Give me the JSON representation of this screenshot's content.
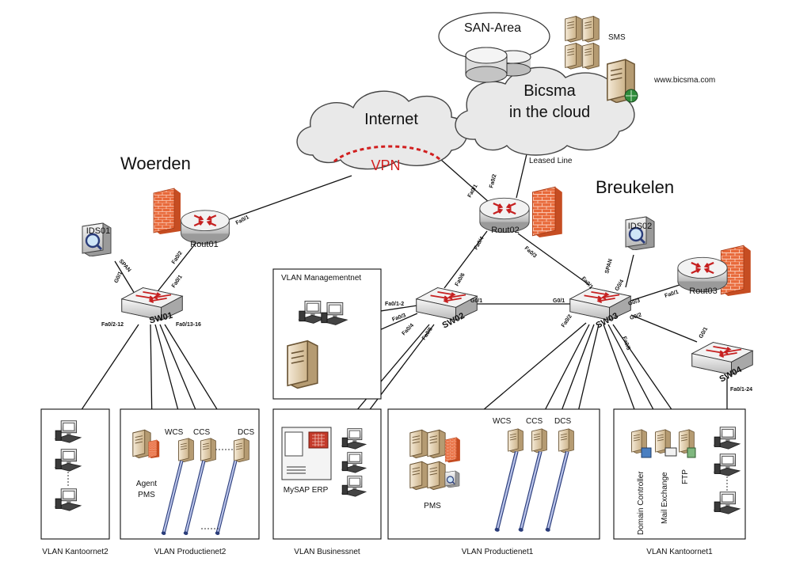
{
  "sites": {
    "woerden": "Woerden",
    "breukelen": "Breukelen"
  },
  "cloud": {
    "internet": "Internet",
    "vpn": "VPN",
    "bicsma_line1": "Bicsma",
    "bicsma_line2": "in the cloud",
    "san": "SAN-Area",
    "sms": "SMS",
    "url": "www.bicsma.com",
    "leased": "Leased Line"
  },
  "devices": {
    "rout01": "Rout01",
    "rout02": "Rout02",
    "rout03": "Rout03",
    "sw01": "SW01",
    "sw02": "SW02",
    "sw03": "SW03",
    "sw04": "SW04",
    "ids01": "IDS01",
    "ids02": "IDS02"
  },
  "ports": {
    "rout01_fa01": "Fa0/1",
    "rout01_fa02": "Fa0/2",
    "sw01_fa01": "Fa0/1",
    "sw01_g01": "G0/1",
    "span1": "SPAN",
    "sw01_fa02_12": "Fa0/2-12",
    "sw01_fa013_16": "Fa0/13-16",
    "rout02_fa02": "Fa0/2",
    "rout02_fa01": "Fa0/1",
    "rout02_fa04": "Fa0/4",
    "rout02_fa03": "Fa0/3",
    "sw02_fa06": "Fa0/6",
    "sw02_fa01_2": "Fa0/1-2",
    "sw02_fa03": "Fa0/3",
    "sw02_fa04": "Fa0/4",
    "sw02_fa05": "Fa0/5",
    "sw02_g01": "G0/1",
    "sw03_g01": "G0/1",
    "sw03_fa01": "Fa0/1",
    "span2": "SPAN",
    "sw03_g04": "G0/4",
    "sw03_g03": "G0/3",
    "rout03_fa01": "Fa0/1",
    "sw03_g02": "G0/2",
    "sw03_fa02": "Fa0/2",
    "sw03_fa08": "Fa0/8",
    "sw04_g01": "G0/1",
    "sw04_fa01_24": "Fa0/1-24"
  },
  "vlans": {
    "management": "VLAN Managementnet",
    "kantoor2": "VLAN Kantoornet2",
    "productie2": "VLAN Productienet2",
    "business": "VLAN Businessnet",
    "productie1": "VLAN Productienet1",
    "kantoor1": "VLAN Kantoornet1"
  },
  "labels": {
    "wcs": "WCS",
    "ccs": "CCS",
    "dcs": "DCS",
    "agent": "Agent",
    "pms": "PMS",
    "mysap": "MySAP ERP",
    "dc": "Domain Controller",
    "mail": "Mail Exchange",
    "ftp": "FTP"
  },
  "colors": {
    "firewall": "#e8693a",
    "arrow": "#cc1f1f",
    "vpn": "#d11f1f",
    "cloud": "#e9e9e9"
  }
}
